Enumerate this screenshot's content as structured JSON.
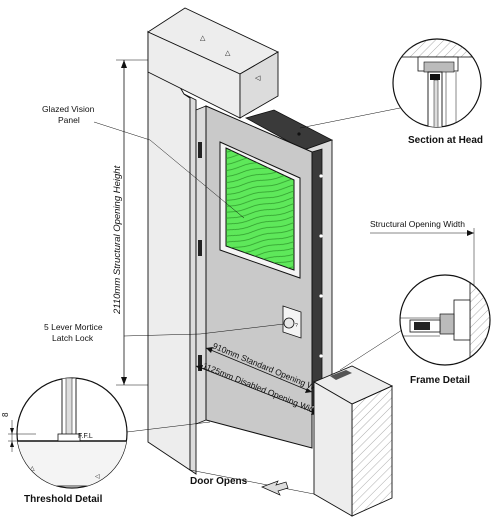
{
  "labels": {
    "glazed_vision_panel": [
      "Glazed Vision",
      "Panel"
    ],
    "structural_opening_height": "2110mm Structural Opening Height",
    "section_at_head": "Section at Head",
    "structural_opening_width": "Structural Opening Width",
    "frame_detail": "Frame Detail",
    "lever_lock": [
      "5 Lever Mortice",
      "Latch Lock"
    ],
    "standard_opening_width": "910mm Standard Opening Width",
    "disabled_opening_width": "1125mm Disabled Opening Width",
    "threshold_dimension": "8",
    "ffl": "F.F.L",
    "threshold_detail": "Threshold Detail",
    "door_opens": "Door Opens"
  },
  "colors": {
    "glass": "#5ee85a",
    "door": "#c9c9c9",
    "frame": "#3a3a3a",
    "wall": "#ededed"
  }
}
